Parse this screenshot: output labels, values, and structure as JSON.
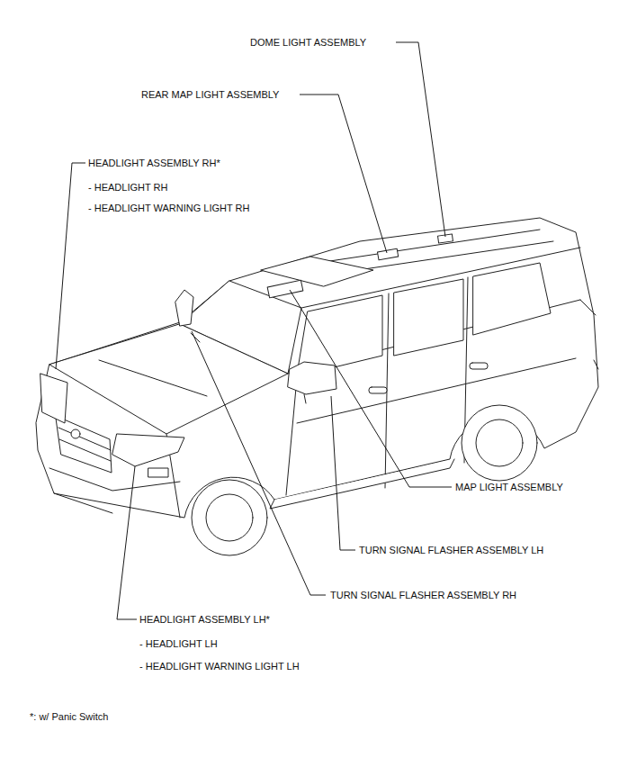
{
  "diagram": {
    "labels": [
      "DOME LIGHT ASSEMBLY",
      "REAR MAP LIGHT ASSEMBLY",
      "HEADLIGHT ASSEMBLY RH*",
      "- HEADLIGHT RH",
      "- HEADLIGHT WARNING LIGHT RH",
      "MAP LIGHT ASSEMBLY",
      "TURN SIGNAL FLASHER ASSEMBLY LH",
      "TURN SIGNAL FLASHER ASSEMBLY RH",
      "HEADLIGHT ASSEMBLY LH*",
      "- HEADLIGHT LH",
      "- HEADLIGHT WARNING LIGHT LH",
      "*: w/ Panic Switch"
    ]
  }
}
